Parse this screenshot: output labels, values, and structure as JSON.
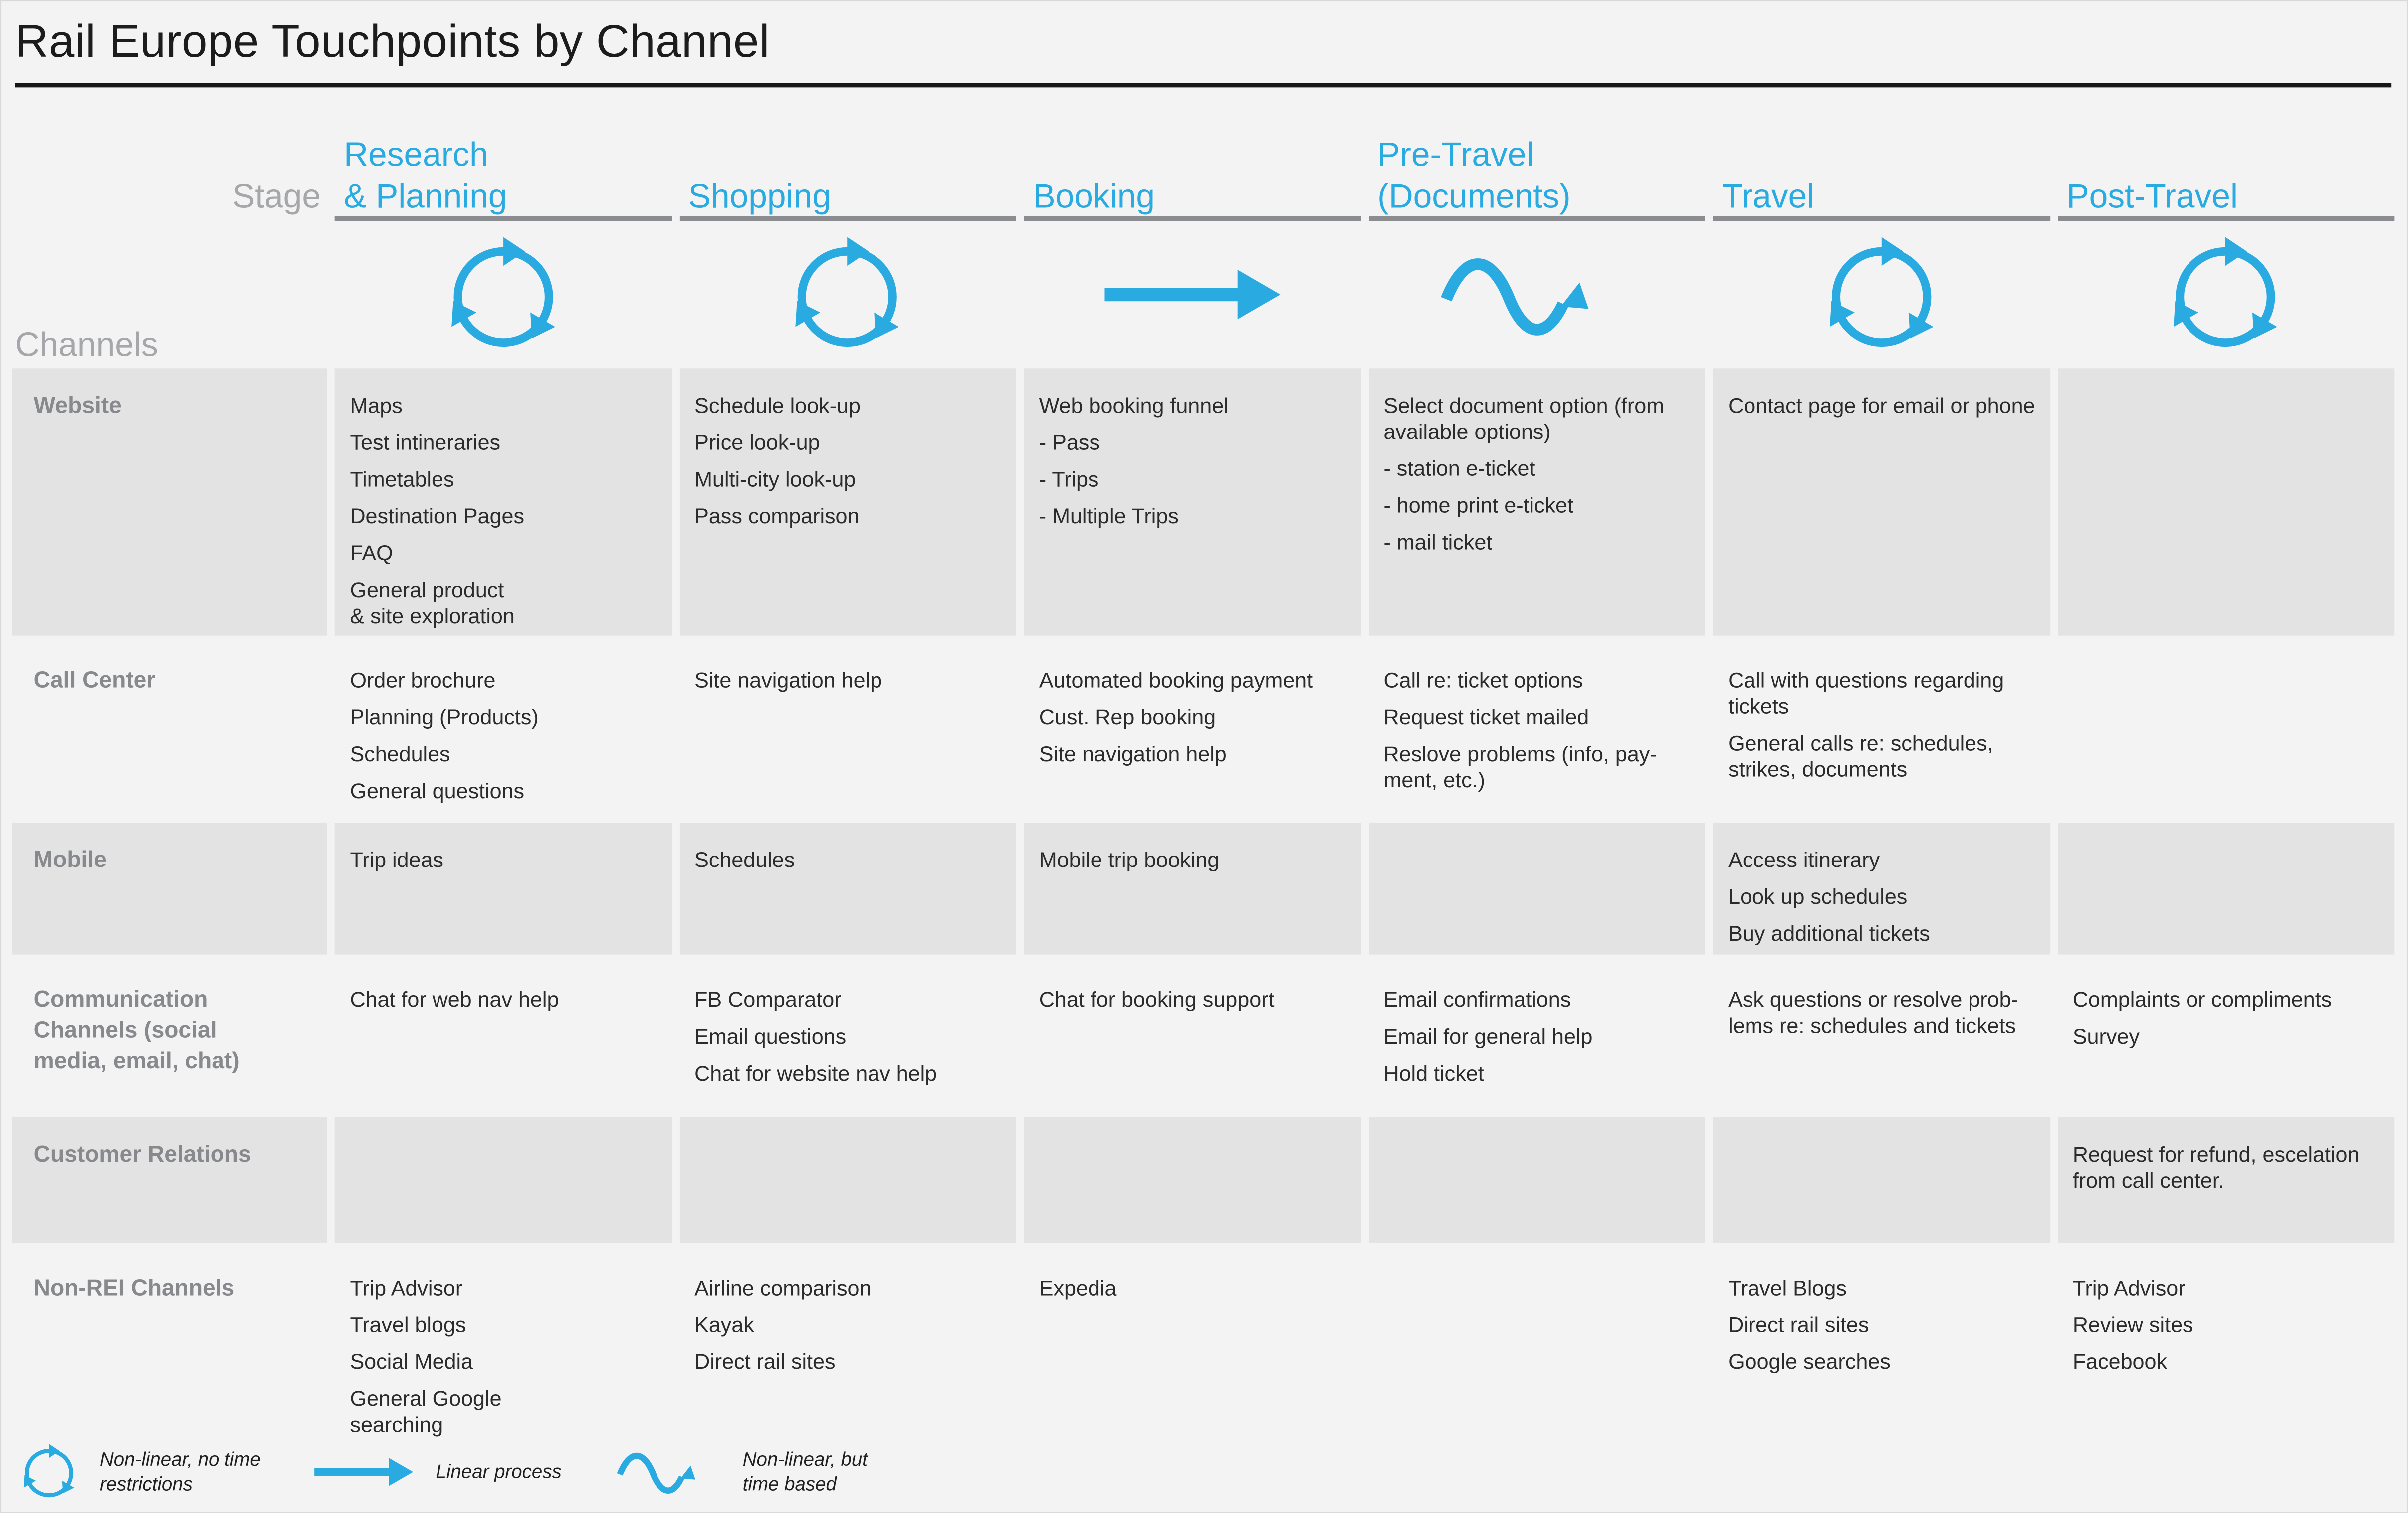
{
  "title": "Rail Europe Touchpoints by Channel",
  "stage_axis_label": "Stage",
  "channels_axis_label": "Channels",
  "colors": {
    "accent_blue": "#29abe2",
    "cell_gray": "#e3e3e4",
    "page_bg": "#f3f3f4",
    "row_label_gray": "#87898c",
    "axis_label_gray": "#a5a7aa",
    "text_dark": "#2b2b2b",
    "header_rule_gray": "#8a8c8f",
    "title_rule_black": "#161616"
  },
  "stages": [
    {
      "label_lines": [
        "Research",
        "& Planning"
      ],
      "icon": "cycle-arrows-icon"
    },
    {
      "label_lines": [
        "Shopping"
      ],
      "icon": "cycle-arrows-icon"
    },
    {
      "label_lines": [
        "Booking"
      ],
      "icon": "straight-arrow-icon"
    },
    {
      "label_lines": [
        "Pre-Travel",
        "(Documents)"
      ],
      "icon": "wave-arrow-icon"
    },
    {
      "label_lines": [
        "Travel"
      ],
      "icon": "cycle-arrows-icon"
    },
    {
      "label_lines": [
        "Post-Travel"
      ],
      "icon": "cycle-arrows-icon"
    }
  ],
  "rows": [
    {
      "label_lines": [
        "Website"
      ],
      "shaded": true,
      "cells": [
        [
          [
            "Maps"
          ],
          [
            "Test intineraries"
          ],
          [
            "Timetables"
          ],
          [
            "Destination Pages"
          ],
          [
            "FAQ"
          ],
          [
            "General product",
            "& site exploration"
          ]
        ],
        [
          [
            "Schedule look-up"
          ],
          [
            "Price look-up"
          ],
          [
            "Multi-city look-up"
          ],
          [
            "Pass comparison"
          ]
        ],
        [
          [
            "Web booking funnel"
          ],
          [
            "- Pass"
          ],
          [
            "- Trips"
          ],
          [
            "- Multiple Trips"
          ]
        ],
        [
          [
            "Select document option (from",
            "available options)"
          ],
          [
            "- station e-ticket"
          ],
          [
            "- home print e-ticket"
          ],
          [
            "- mail ticket"
          ]
        ],
        [
          [
            "Contact page for email or phone"
          ]
        ],
        []
      ]
    },
    {
      "label_lines": [
        "Call Center"
      ],
      "shaded": false,
      "cells": [
        [
          [
            "Order brochure"
          ],
          [
            "Planning (Products)"
          ],
          [
            "Schedules"
          ],
          [
            "General questions"
          ]
        ],
        [
          [
            "Site navigation help"
          ]
        ],
        [
          [
            "Automated booking payment"
          ],
          [
            "Cust. Rep booking"
          ],
          [
            "Site navigation help"
          ]
        ],
        [
          [
            "Call re: ticket options"
          ],
          [
            "Request ticket mailed"
          ],
          [
            "Reslove problems (info, pay-",
            "ment, etc.)"
          ]
        ],
        [
          [
            "Call with questions regarding",
            "tickets"
          ],
          [
            "General calls re: schedules,",
            "strikes, documents"
          ]
        ],
        []
      ]
    },
    {
      "label_lines": [
        "Mobile"
      ],
      "shaded": true,
      "cells": [
        [
          [
            "Trip ideas"
          ]
        ],
        [
          [
            "Schedules"
          ]
        ],
        [
          [
            "Mobile trip booking"
          ]
        ],
        [],
        [
          [
            "Access itinerary"
          ],
          [
            "Look up schedules"
          ],
          [
            "Buy additional tickets"
          ]
        ],
        []
      ]
    },
    {
      "label_lines": [
        "Communication",
        "Channels (social",
        "media, email, chat)"
      ],
      "shaded": false,
      "cells": [
        [
          [
            "Chat for web nav help"
          ]
        ],
        [
          [
            "FB Comparator"
          ],
          [
            "Email questions"
          ],
          [
            "Chat for website nav help"
          ]
        ],
        [
          [
            "Chat for booking support"
          ]
        ],
        [
          [
            "Email confirmations"
          ],
          [
            "Email for general help"
          ],
          [
            "Hold ticket"
          ]
        ],
        [
          [
            "Ask questions or resolve prob-",
            "lems re: schedules and tickets"
          ]
        ],
        [
          [
            "Complaints or compliments"
          ],
          [
            "Survey"
          ]
        ]
      ]
    },
    {
      "label_lines": [
        "Customer Relations"
      ],
      "shaded": true,
      "cells": [
        [],
        [],
        [],
        [],
        [],
        [
          [
            "Request for refund, escelation",
            "from call center."
          ]
        ]
      ]
    },
    {
      "label_lines": [
        "Non-REI Channels"
      ],
      "shaded": false,
      "cells": [
        [
          [
            "Trip Advisor"
          ],
          [
            "Travel blogs"
          ],
          [
            "Social Media"
          ],
          [
            "General Google",
            "searching"
          ]
        ],
        [
          [
            "Airline comparison"
          ],
          [
            "Kayak"
          ],
          [
            "Direct rail sites"
          ]
        ],
        [
          [
            "Expedia"
          ]
        ],
        [],
        [
          [
            "Travel Blogs"
          ],
          [
            "Direct rail sites"
          ],
          [
            "Google searches"
          ]
        ],
        [
          [
            "Trip Advisor"
          ],
          [
            "Review sites"
          ],
          [
            "Facebook"
          ]
        ]
      ]
    }
  ],
  "legend": [
    {
      "icon": "cycle-arrows-icon",
      "label_lines": [
        "Non-linear, no time",
        "restrictions"
      ]
    },
    {
      "icon": "straight-arrow-icon",
      "label_lines": [
        "Linear process"
      ]
    },
    {
      "icon": "wave-arrow-icon",
      "label_lines": [
        "Non-linear, but",
        "time based"
      ]
    }
  ]
}
